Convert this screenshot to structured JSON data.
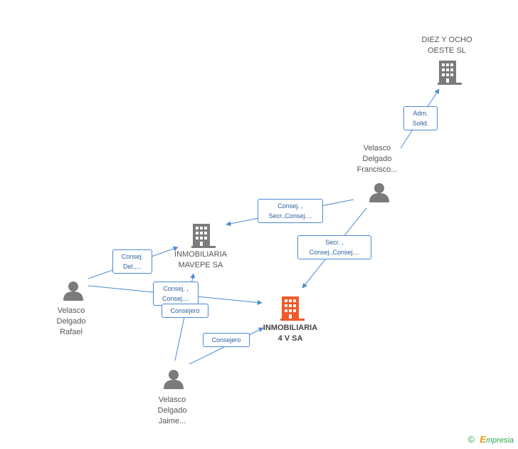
{
  "nodes": {
    "diez": {
      "lines": [
        "DIEZ Y OCHO",
        "OESTE SL"
      ]
    },
    "mavepe": {
      "lines": [
        "INMOBILIARIA",
        "MAVEPE SA"
      ]
    },
    "main": {
      "lines": [
        "INMOBILIARIA",
        "4 V SA"
      ]
    },
    "francisco": {
      "lines": [
        "Velasco",
        "Delgado",
        "Francisco..."
      ]
    },
    "rafael": {
      "lines": [
        "Velasco",
        "Delgado",
        "Rafael"
      ]
    },
    "jaime": {
      "lines": [
        "Velasco",
        "Delgado",
        "Jaime..."
      ]
    }
  },
  "roles": {
    "francisco_diez": [
      "Adm.",
      "Solid."
    ],
    "francisco_mavepe": [
      "Consej. ,",
      "Secr.,Consej...."
    ],
    "francisco_main": [
      "Secr. ,",
      "Consej.,Consej...."
    ],
    "rafael_mavepe": [
      "Consej.",
      "Del.,..."
    ],
    "rafael_main": [
      "Consej. ,",
      "Consej...."
    ],
    "jaime_mavepe": [
      "Consejero"
    ],
    "jaime_main": [
      "Consejero"
    ]
  },
  "colors": {
    "edge": "#4a8ad4",
    "company": "#7b7b7b",
    "main_company": "#f05a28",
    "person": "#7b7b7b"
  },
  "footer": {
    "copyright": "©",
    "brand_first": "E",
    "brand_rest": "mpresia"
  }
}
